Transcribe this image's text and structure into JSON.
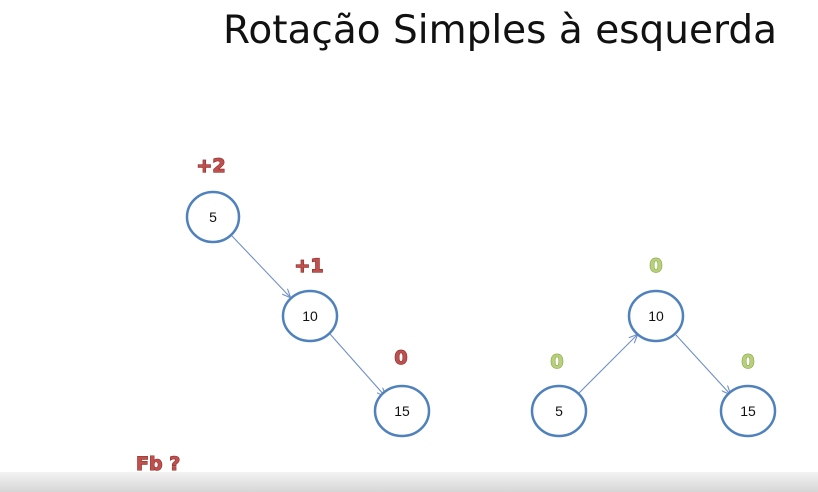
{
  "title": "Rotação Simples à esquerda",
  "colors": {
    "node_stroke": "#4f81bd",
    "edge": "#6f8fc9",
    "bf_red": "#c0504d",
    "bf_green": "#b7d07a"
  },
  "before_tree": {
    "nodes": [
      {
        "id": "5",
        "label": "5",
        "bf": "+2"
      },
      {
        "id": "10",
        "label": "10",
        "bf": "+1"
      },
      {
        "id": "15",
        "label": "15",
        "bf": "0"
      }
    ],
    "edges": [
      [
        "5",
        "10"
      ],
      [
        "10",
        "15"
      ]
    ]
  },
  "after_tree": {
    "nodes": [
      {
        "id": "5",
        "label": "5",
        "bf": "0"
      },
      {
        "id": "10",
        "label": "10",
        "bf": "0"
      },
      {
        "id": "15",
        "label": "15",
        "bf": "0"
      }
    ],
    "edges": [
      [
        "5",
        "10"
      ],
      [
        "10",
        "15"
      ]
    ]
  },
  "question": "Fb ?"
}
